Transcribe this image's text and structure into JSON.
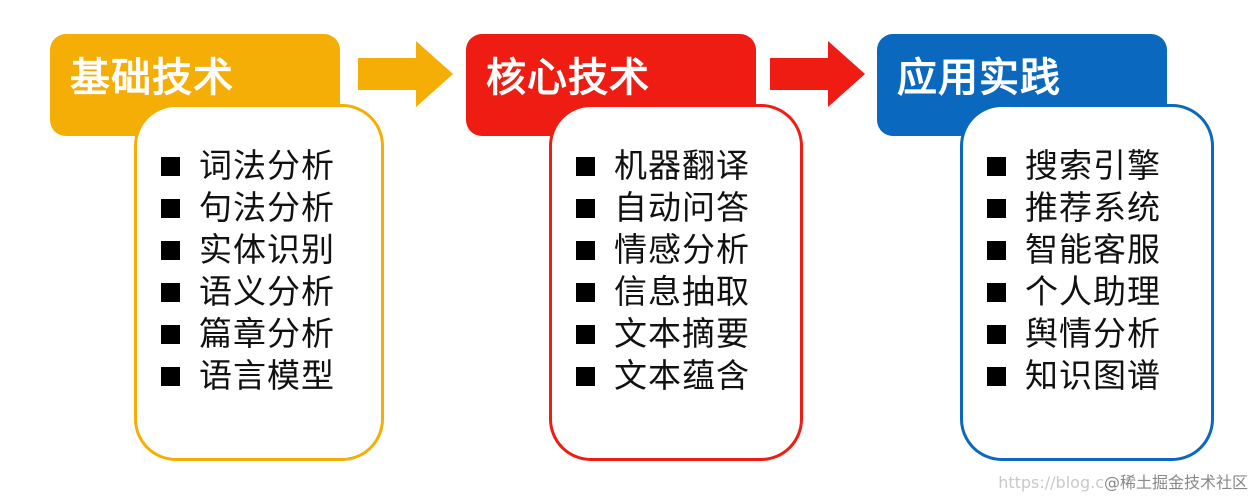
{
  "stages": [
    {
      "title": "基础技术",
      "color": "#F5AE05",
      "items": [
        "词法分析",
        "句法分析",
        "实体识别",
        "语义分析",
        "篇章分析",
        "语言模型"
      ]
    },
    {
      "title": "核心技术",
      "color": "#EE1C12",
      "items": [
        "机器翻译",
        "自动问答",
        "情感分析",
        "信息抽取",
        "文本摘要",
        "文本蕴含"
      ]
    },
    {
      "title": "应用实践",
      "color": "#0A68BE",
      "items": [
        "搜索引擎",
        "推荐系统",
        "智能客服",
        "个人助理",
        "舆情分析",
        "知识图谱"
      ]
    }
  ],
  "arrows": [
    {
      "color": "#F5AE05"
    },
    {
      "color": "#EE1C12"
    }
  ],
  "watermark": {
    "faint": "https://blog.c",
    "strong": "@稀土掘金技术社区"
  }
}
